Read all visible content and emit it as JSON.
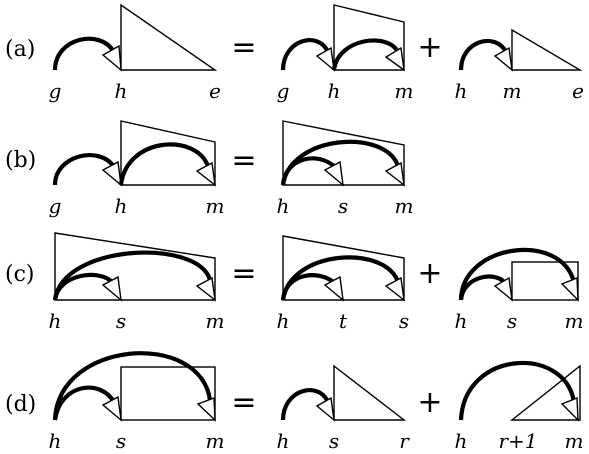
{
  "rows": [
    {
      "label": "(a)",
      "groups": [
        {
          "vars": [
            "g",
            "h",
            "e"
          ]
        },
        {
          "vars": [
            "g",
            "h",
            "m"
          ]
        },
        {
          "vars": [
            "h",
            "m",
            "e"
          ]
        }
      ],
      "operators": [
        "=",
        "+"
      ]
    },
    {
      "label": "(b)",
      "groups": [
        {
          "vars": [
            "g",
            "h",
            "m"
          ]
        },
        {
          "vars": [
            "h",
            "s",
            "m"
          ]
        }
      ],
      "operators": [
        "="
      ]
    },
    {
      "label": "(c)",
      "groups": [
        {
          "vars": [
            "h",
            "s",
            "m"
          ]
        },
        {
          "vars": [
            "h",
            "t",
            "s"
          ]
        },
        {
          "vars": [
            "h",
            "s",
            "m"
          ]
        }
      ],
      "operators": [
        "=",
        "+"
      ]
    },
    {
      "label": "(d)",
      "groups": [
        {
          "vars": [
            "h",
            "s",
            "m"
          ]
        },
        {
          "vars": [
            "h",
            "s",
            "r"
          ]
        },
        {
          "vars": [
            "h",
            "r+1",
            "m"
          ]
        }
      ],
      "operators": [
        "=",
        "+"
      ]
    }
  ]
}
